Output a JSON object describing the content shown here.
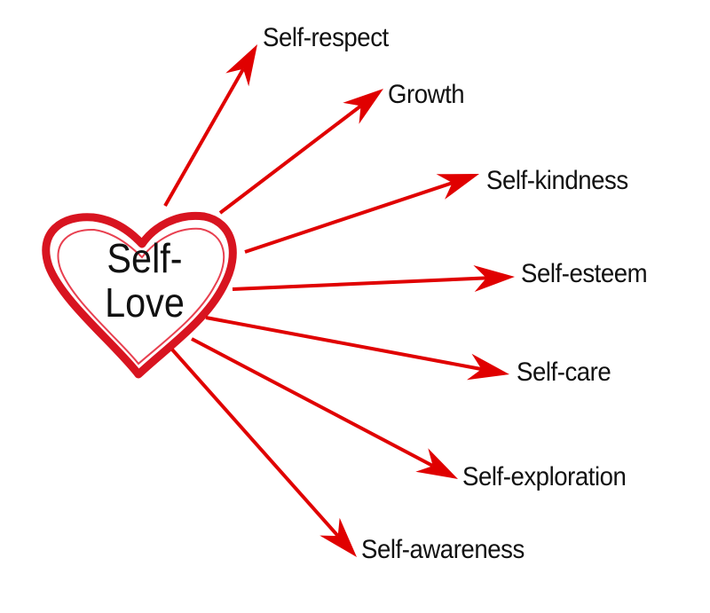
{
  "colors": {
    "arrow": "#e00000",
    "heart_stroke": "#d81420",
    "text": "#111111"
  },
  "center": {
    "line1": "Self-",
    "line2": "Love"
  },
  "branches": [
    {
      "id": "self-respect",
      "label": "Self-respect"
    },
    {
      "id": "growth",
      "label": "Growth"
    },
    {
      "id": "self-kindness",
      "label": "Self-kindness"
    },
    {
      "id": "self-esteem",
      "label": "Self-esteem"
    },
    {
      "id": "self-care",
      "label": "Self-care"
    },
    {
      "id": "self-exploration",
      "label": "Self-exploration"
    },
    {
      "id": "self-awareness",
      "label": "Self-awareness"
    }
  ]
}
